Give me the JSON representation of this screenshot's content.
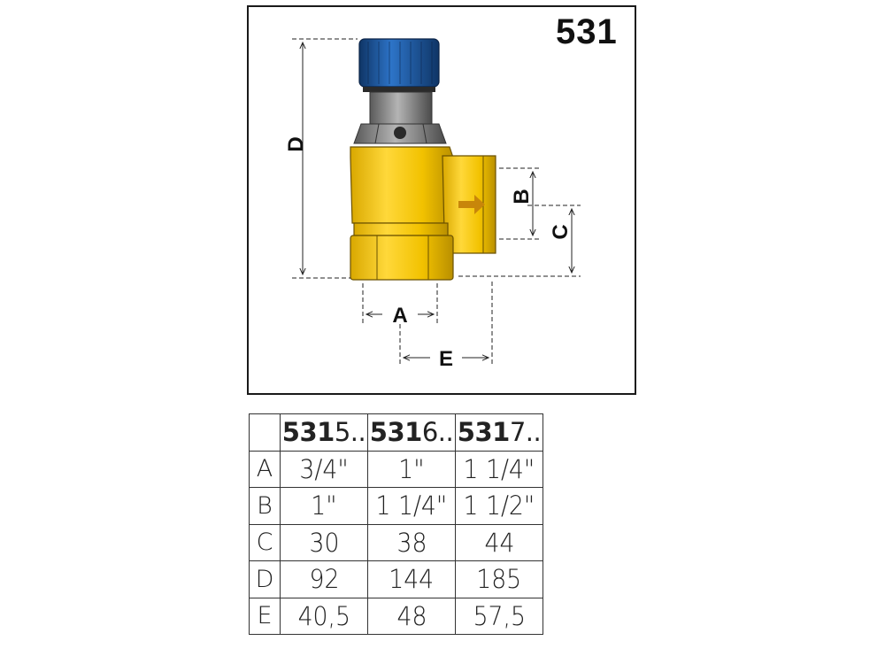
{
  "drawing": {
    "model_number": "531",
    "dimension_labels": [
      "D",
      "B",
      "C",
      "A",
      "E"
    ],
    "colors": {
      "body": "#f2c200",
      "body_shadow": "#c79a00",
      "knob": "#1e5aa8",
      "knob_dark": "#0f3566",
      "bonnet": "#8c8c8c",
      "arrow": "#c8860a"
    }
  },
  "table": {
    "columns": [
      {
        "bold": "531",
        "rest": "5.."
      },
      {
        "bold": "531",
        "rest": "6.."
      },
      {
        "bold": "531",
        "rest": "7.."
      }
    ],
    "rows": [
      {
        "label": "A",
        "values": [
          "3/4\"",
          "1\"",
          "1 1/4\""
        ]
      },
      {
        "label": "B",
        "values": [
          "1\"",
          "1 1/4\"",
          "1 1/2\""
        ]
      },
      {
        "label": "C",
        "values": [
          "30",
          "38",
          "44"
        ]
      },
      {
        "label": "D",
        "values": [
          "92",
          "144",
          "185"
        ]
      },
      {
        "label": "E",
        "values": [
          "40,5",
          "48",
          "57,5"
        ]
      }
    ]
  }
}
